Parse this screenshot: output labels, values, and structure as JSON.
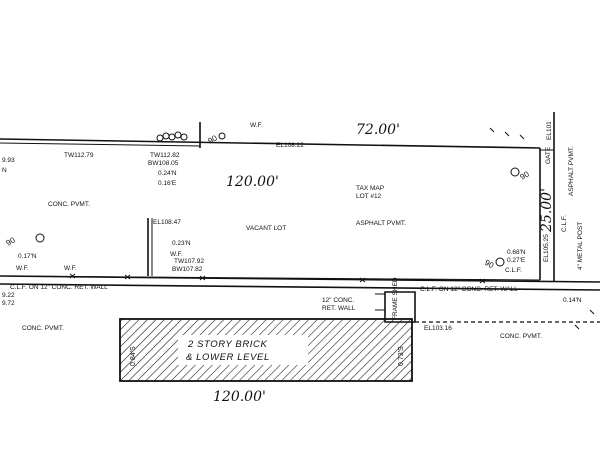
{
  "dimensions": {
    "top_frontage": "72.00'",
    "lot_depth": "120.00'",
    "right_width": "25.00'",
    "building_length": "120.00'",
    "building_left_offset": "0.84'S",
    "building_right_offset": "0.73'S"
  },
  "elevations": {
    "el_top_left": "EL108.22",
    "el_lot_left": "EL108.47",
    "el_bottom_right": "EL103.16",
    "el_right_edge": "EL105.25",
    "el_far_right": "EL101",
    "tw_left": "TW112.79",
    "tw_top": "TW112.82",
    "bw_top": "BW108.05",
    "tw_lot": "TW107.92",
    "bw_lot": "BW107.82",
    "left_el_1": "9.93",
    "left_el_2": "9.22",
    "left_el_3": "9.72"
  },
  "offsets": {
    "top_n": "0.24'N",
    "top_e": "0.16'E",
    "lot_n": "0.23'N",
    "left_n": "0.17'N",
    "right_n1": "0.68'N",
    "right_n2": "0.27'E",
    "wall_right_n": "0.14'N",
    "left_edge_n": "N"
  },
  "labels": {
    "conc_pvmt": "CONC. PVMT.",
    "conc_pvmt_left": "CONC. PVMT.",
    "conc_pvmt_bottom": "CONC. PVMT.",
    "tax_map": "TAX MAP",
    "lot_no": "LOT #12",
    "vacant_lot": "VACANT LOT",
    "asphalt_pvmt": "ASPHALT PVMT.",
    "asphalt_pvmt_right": "ASPHALT PVMT.",
    "wf_left": "W.F.",
    "wf_left2": "W.F.",
    "wf_lot": "W.F.",
    "wf_top": "W.F.",
    "clf_wall_left": "C.L.F. ON 12\" CONC. RET. WALL",
    "clf_wall_right": "C.L.F. ON 12\" CONC. RET. WALL",
    "ret_wall_line1": "12\" CONC.",
    "ret_wall_line2": "RET. WALL",
    "frame_shed": "FRAME SHED",
    "gate": "GATE",
    "clf_small": "C.L.F.",
    "clf_right_vert": "C.L.F.",
    "metal_post": "4\" METAL POST",
    "building_line1": "2 STORY BRICK",
    "building_line2": "& LOWER LEVEL"
  },
  "markers": {
    "tree_symbol": "90",
    "tree_symbol_2": "90",
    "tree_symbol_3": "90",
    "tree_symbol_4": "90"
  }
}
